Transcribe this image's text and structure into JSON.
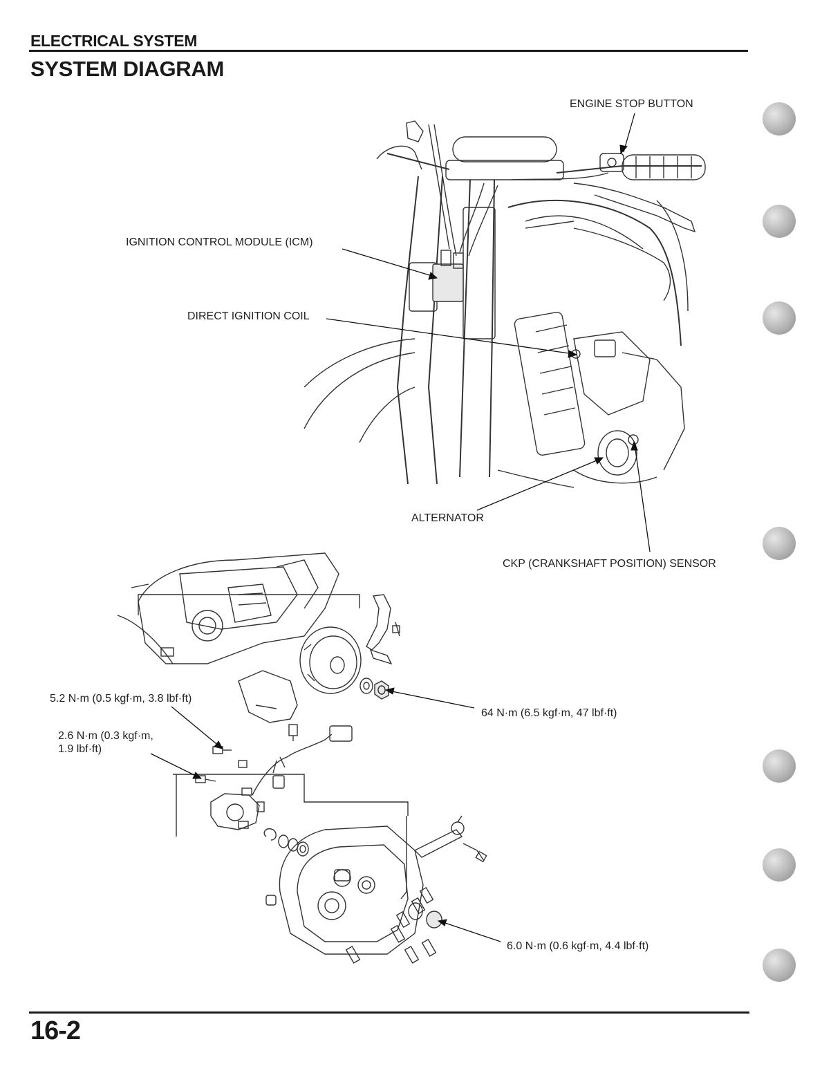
{
  "header": {
    "section": "ELECTRICAL SYSTEM",
    "title": "SYSTEM DIAGRAM"
  },
  "labels": {
    "engine_stop_button": "ENGINE STOP BUTTON",
    "icm": "IGNITION CONTROL MODULE (ICM)",
    "direct_ignition_coil": "DIRECT IGNITION COIL",
    "alternator": "ALTERNATOR",
    "ckp_sensor": "CKP (CRANKSHAFT POSITION) SENSOR"
  },
  "torque_specs": {
    "bolt_5_2": "5.2 N·m (0.5 kgf·m, 3.8 lbf·ft)",
    "bolt_2_6_line1": "2.6 N·m (0.3 kgf·m,",
    "bolt_2_6_line2": "1.9 lbf·ft)",
    "nut_64": "64 N·m (6.5 kgf·m, 47 lbf·ft)",
    "plug_6_0": "6.0 N·m (0.6 kgf·m, 4.4 lbf·ft)"
  },
  "footer": {
    "page_number": "16-2"
  }
}
